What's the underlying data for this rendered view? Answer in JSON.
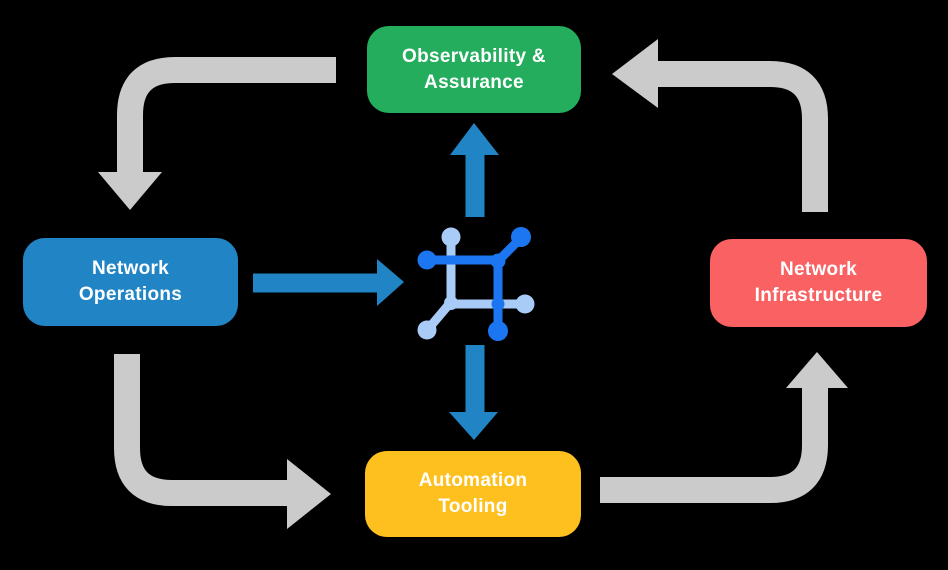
{
  "diagram": {
    "title": "network-automation-cycle",
    "background_color": "#000000",
    "nodes": [
      {
        "id": "observability",
        "label": "Observability &\nAssurance",
        "color": "#23AD5C",
        "text_color": "#ffffff",
        "position": "top"
      },
      {
        "id": "network-operations",
        "label": "Network\nOperations",
        "color": "#2185C5",
        "text_color": "#ffffff",
        "position": "left"
      },
      {
        "id": "network-infrastructure",
        "label": "Network\nInfrastructure",
        "color": "#FA6163",
        "text_color": "#ffffff",
        "position": "right"
      },
      {
        "id": "automation-tooling",
        "label": "Automation\nTooling",
        "color": "#FDC01F",
        "text_color": "#ffffff",
        "position": "bottom"
      }
    ],
    "center_icon": {
      "name": "network-mesh-icon",
      "dark_blue": "#1C76F2",
      "light_blue": "#A9CBF8"
    },
    "arrows": {
      "cycle_color": "#CBCBCB",
      "hub_color": "#2185C5",
      "cycle": [
        {
          "from": "observability",
          "to": "network-operations",
          "shape": "elbow-down"
        },
        {
          "from": "network-operations",
          "to": "automation-tooling",
          "shape": "elbow-right"
        },
        {
          "from": "automation-tooling",
          "to": "network-infrastructure",
          "shape": "elbow-up"
        },
        {
          "from": "network-infrastructure",
          "to": "observability",
          "shape": "elbow-left"
        }
      ],
      "hub": [
        {
          "from": "network-operations",
          "to": "center-icon",
          "direction": "right"
        },
        {
          "from": "center-icon",
          "to": "observability",
          "direction": "up"
        },
        {
          "from": "center-icon",
          "to": "automation-tooling",
          "direction": "down"
        }
      ]
    }
  }
}
